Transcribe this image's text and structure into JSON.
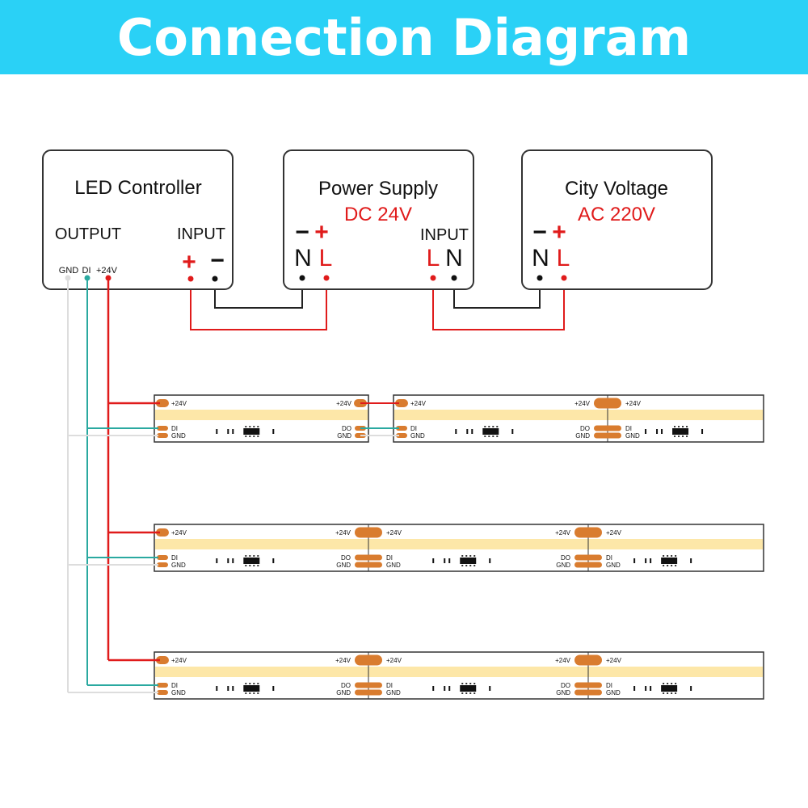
{
  "title": "Connection Diagram",
  "colors": {
    "banner": "#2ad1f6",
    "positive_wire": "#e01b1b",
    "negative_wire": "#222222",
    "data_wire": "#2aa9a0",
    "gnd_wire": "#dddddd",
    "strip_light": "#fde7a8",
    "pad": "#d97c2f"
  },
  "controller": {
    "title": "LED Controller",
    "output_label": "OUTPUT",
    "input_label": "INPUT",
    "plus": "+",
    "minus": "−",
    "pins": [
      "GND",
      "DI",
      "+24V"
    ]
  },
  "power_supply": {
    "title": "Power Supply",
    "rating": "DC 24V",
    "minus": "−",
    "plus": "+",
    "n": "N",
    "l": "L",
    "input_label": "INPUT",
    "in_l": "L",
    "in_n": "N"
  },
  "city_voltage": {
    "title": "City Voltage",
    "rating": "AC 220V",
    "minus": "−",
    "plus": "+",
    "n": "N",
    "l": "L"
  },
  "strip_labels": {
    "v24": "+24V",
    "di": "DI",
    "do": "DO",
    "gnd": "GND"
  }
}
